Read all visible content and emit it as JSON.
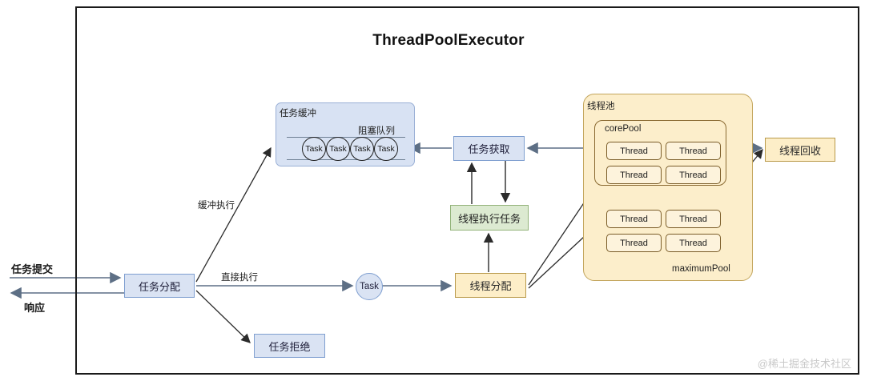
{
  "diagram": {
    "title": "ThreadPoolExecutor",
    "watermark": "@稀土掘金技术社区"
  },
  "io": {
    "submit_label": "任务提交",
    "response_label": "响应"
  },
  "edges": {
    "buffer_exec": "缓冲执行",
    "direct_exec": "直接执行"
  },
  "nodes": {
    "task_dispatch": "任务分配",
    "task_reject": "任务拒绝",
    "task_single": "Task",
    "task_fetch": "任务获取",
    "thread_run_task": "线程执行任务",
    "thread_dispatch": "线程分配",
    "thread_recycle": "线程回收"
  },
  "buffer": {
    "panel_title": "任务缓冲",
    "queue_title": "阻塞队列",
    "tasks": [
      "Task",
      "Task",
      "Task",
      "Task"
    ]
  },
  "pool": {
    "outer_label": "线程池",
    "core_label": "corePool",
    "max_label": "maximumPool",
    "core_threads": [
      "Thread",
      "Thread",
      "Thread",
      "Thread"
    ],
    "max_threads": [
      "Thread",
      "Thread",
      "Thread",
      "Thread"
    ]
  },
  "colors": {
    "blue_fill": "#dae3f3",
    "blue_stroke": "#7f9fd0",
    "orange_fill": "#fdeec8",
    "orange_stroke": "#b99a4a",
    "green_fill": "#dcead1",
    "green_stroke": "#93b37a",
    "pool_fill": "#fceecb",
    "frame_stroke": "#1a1a1a",
    "arrow_gray": "#6e7f93",
    "arrow_dark": "#2b2b2b"
  }
}
